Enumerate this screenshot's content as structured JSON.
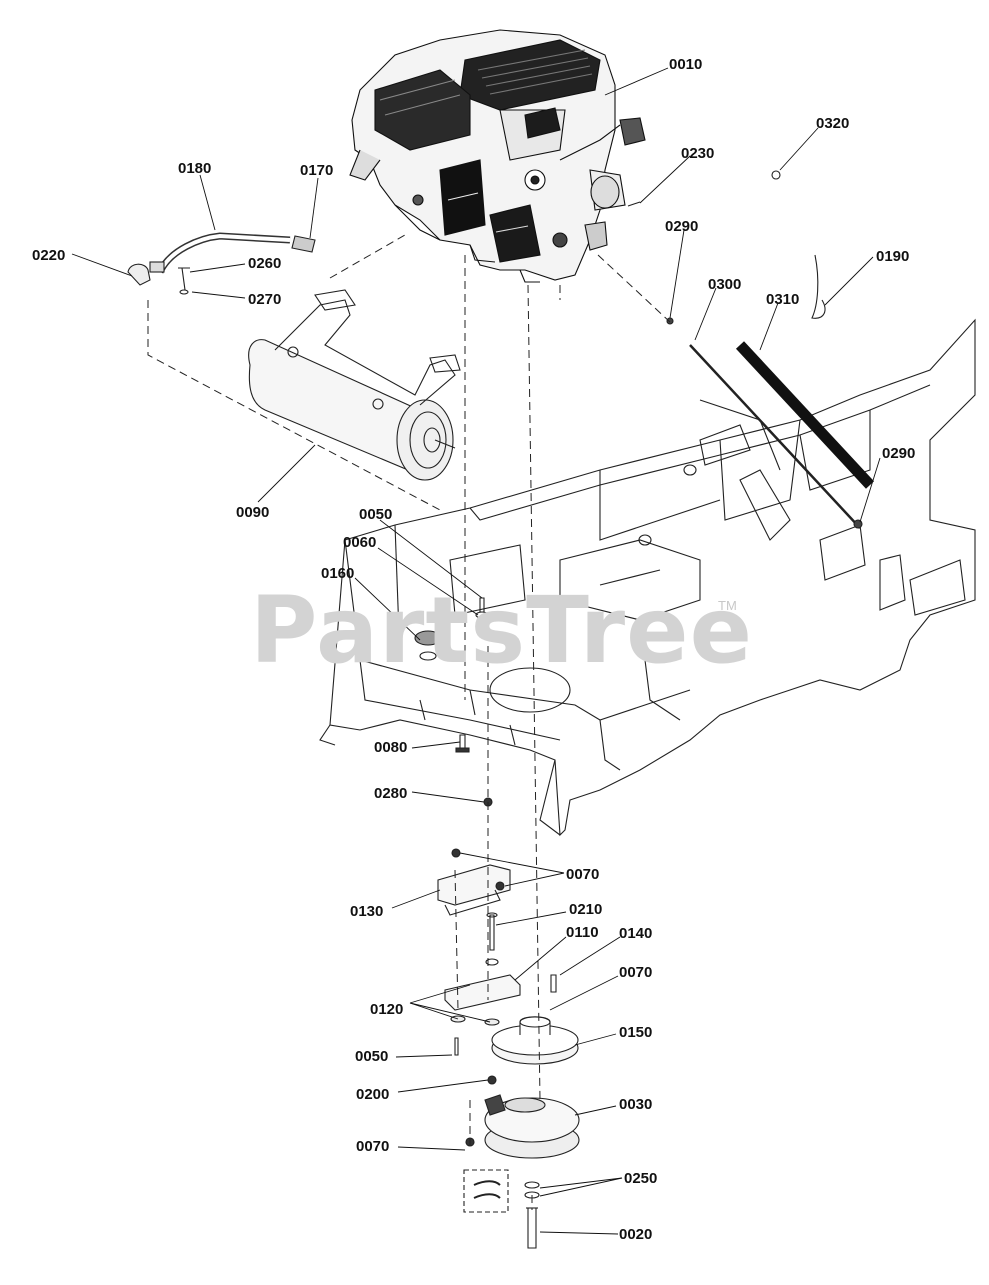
{
  "watermark": {
    "text": "PartsTree",
    "trademark": "TM"
  },
  "callouts": {
    "p0010": "0010",
    "p0320": "0320",
    "p0230": "0230",
    "p0180": "0180",
    "p0170": "0170",
    "p0220": "0220",
    "p0260": "0260",
    "p0270": "0270",
    "p0290a": "0290",
    "p0190": "0190",
    "p0300": "0300",
    "p0310": "0310",
    "p0290b": "0290",
    "p0090": "0090",
    "p0050a": "0050",
    "p0060": "0060",
    "p0160": "0160",
    "p0080": "0080",
    "p0280": "0280",
    "p0070a": "0070",
    "p0130": "0130",
    "p0210": "0210",
    "p0110": "0110",
    "p0140": "0140",
    "p0070b": "0070",
    "p0120": "0120",
    "p0150": "0150",
    "p0050b": "0050",
    "p0200": "0200",
    "p0030": "0030",
    "p0070c": "0070",
    "p0250": "0250",
    "p0020": "0020"
  },
  "colors": {
    "line": "#111111",
    "watermark": "#d3d3d3",
    "background": "#ffffff"
  }
}
